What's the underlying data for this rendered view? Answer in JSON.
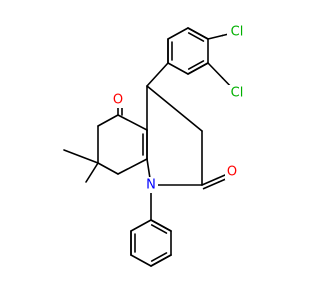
{
  "diagram": {
    "type": "chemical-structure",
    "colors": {
      "background": "#ffffff",
      "bond": "#000000",
      "oxygen": "#ff0000",
      "nitrogen": "#0000ff",
      "chlorine": "#00b000"
    },
    "labels": {
      "cl_top": "Cl",
      "cl_bottom": "Cl",
      "o_ketone": "O",
      "o_amide": "O",
      "n": "N"
    }
  }
}
